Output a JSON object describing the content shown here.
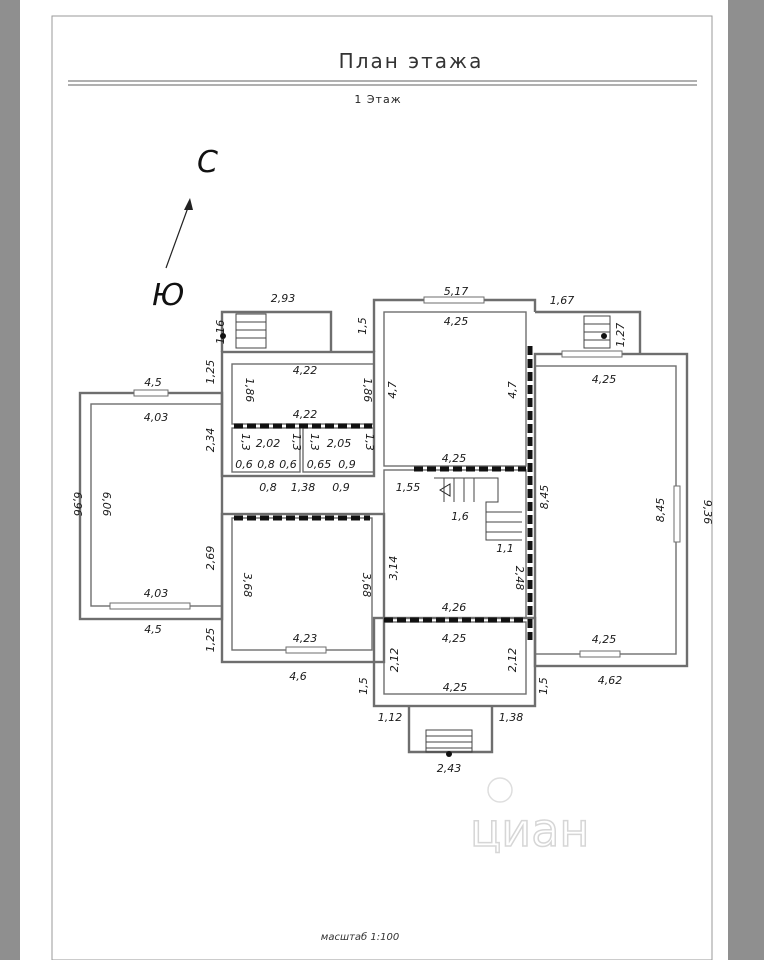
{
  "sheet": {
    "title": "План этажа",
    "floor_label": "1 Этаж",
    "scale_label": "масштаб   1:100",
    "watermark": "циан"
  },
  "compass": {
    "north": "С",
    "south": "Ю"
  },
  "colors": {
    "wall": "#6e6e6e",
    "bearing_wall": "#111111",
    "background": "#8f8f8f"
  },
  "dimensions": {
    "porch_left_width": "2,93",
    "porch_left_height": "1,16",
    "left_link_1": "1,25",
    "room_a_top": "4,22",
    "room_a_left": "1,86",
    "room_a_right": "1,86",
    "room_a_bottom": "4,22",
    "wc1_h_left": "1,3",
    "wc1_width": "2,02",
    "wc1_h_right": "1,3",
    "wc2_h_left": "1,3",
    "wc2_width": "2,05",
    "wc2_h_right": "1,3",
    "door_seg_1": "0,6",
    "door_seg_2": "0,8",
    "door_seg_3": "0,6",
    "door_seg_4": "0,65",
    "door_seg_5": "0,9",
    "bottom_seg_1": "0,8",
    "bottom_seg_2": "1,38",
    "bottom_seg_3": "0,9",
    "corridor_top_offset": "1,55",
    "stair_width": "1,6",
    "stair_run": "1,1",
    "left_room_outer_top": "4,5",
    "left_room_inner_top": "4,03",
    "left_room_inner_bottom": "4,03",
    "left_room_outer_bottom": "4,5",
    "left_room_outer_height": "6,96",
    "left_room_inner_height": "6,06",
    "left_side_upper": "2,34",
    "left_side_lower": "2,69",
    "left_link_2": "1,25",
    "room_b_left": "3,68",
    "room_b_right": "3,68",
    "room_b_inner_bottom": "4,23",
    "room_b_outer_bottom": "4,6",
    "top_center_outer": "5,17",
    "top_center_inner": "4,25",
    "top_center_offset": "1,5",
    "top_center_left": "4,7",
    "top_center_right": "4,7",
    "hall_width": "4,25",
    "right_wing_offset": "8,45",
    "corridor_height": "3,14",
    "corridor_right": "2,48",
    "bottom_room_outer_top": "4,26",
    "bottom_room_inner_top": "4,25",
    "bottom_room_left": "2,12",
    "bottom_room_right": "2,12",
    "bottom_room_bottom": "4,25",
    "bottom_left_offset": "1,5",
    "bottom_right_offset": "1,5",
    "porch_bottom_left": "1,12",
    "porch_bottom_right": "1,38",
    "porch_bottom_width": "2,43",
    "porch_right_gap": "1,67",
    "porch_right_height": "1,27",
    "right_room_inner_top": "4,25",
    "right_room_inner_height": "8,45",
    "right_room_outer_height": "9,36",
    "right_room_inner_bottom": "4,25",
    "right_room_outer_bottom": "4,62"
  }
}
